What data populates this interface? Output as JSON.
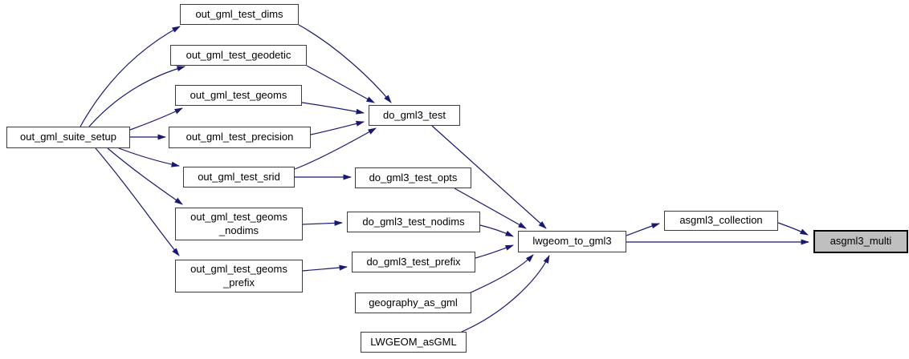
{
  "graph": {
    "type": "call-graph",
    "direction": "left-to-right",
    "colors": {
      "edge": "#191970",
      "node_fill": "#ffffff",
      "node_border": "#3c3c3c",
      "highlight_fill": "#bfbfbf",
      "highlight_border": "#000000",
      "text": "#000000",
      "background": "#ffffff"
    },
    "highlighted_node": "asgml3_multi",
    "nodes": {
      "out_gml_suite_setup": {
        "label": "out_gml_suite_setup"
      },
      "out_gml_test_dims": {
        "label": "out_gml_test_dims"
      },
      "out_gml_test_geodetic": {
        "label": "out_gml_test_geodetic"
      },
      "out_gml_test_geoms": {
        "label": "out_gml_test_geoms"
      },
      "out_gml_test_precision": {
        "label": "out_gml_test_precision"
      },
      "out_gml_test_srid": {
        "label": "out_gml_test_srid"
      },
      "out_gml_test_geoms_nodims": {
        "lines": [
          "out_gml_test_geoms",
          "_nodims"
        ]
      },
      "out_gml_test_geoms_prefix": {
        "lines": [
          "out_gml_test_geoms",
          "_prefix"
        ]
      },
      "do_gml3_test": {
        "label": "do_gml3_test"
      },
      "do_gml3_test_opts": {
        "label": "do_gml3_test_opts"
      },
      "do_gml3_test_nodims": {
        "label": "do_gml3_test_nodims"
      },
      "do_gml3_test_prefix": {
        "label": "do_gml3_test_prefix"
      },
      "geography_as_gml": {
        "label": "geography_as_gml"
      },
      "LWGEOM_asGML": {
        "label": "LWGEOM_asGML"
      },
      "lwgeom_to_gml3": {
        "label": "lwgeom_to_gml3"
      },
      "asgml3_collection": {
        "label": "asgml3_collection"
      },
      "asgml3_multi": {
        "label": "asgml3_multi"
      }
    },
    "edges": [
      {
        "from": "out_gml_suite_setup",
        "to": "out_gml_test_dims"
      },
      {
        "from": "out_gml_suite_setup",
        "to": "out_gml_test_geodetic"
      },
      {
        "from": "out_gml_suite_setup",
        "to": "out_gml_test_geoms"
      },
      {
        "from": "out_gml_suite_setup",
        "to": "out_gml_test_precision"
      },
      {
        "from": "out_gml_suite_setup",
        "to": "out_gml_test_srid"
      },
      {
        "from": "out_gml_suite_setup",
        "to": "out_gml_test_geoms_nodims"
      },
      {
        "from": "out_gml_suite_setup",
        "to": "out_gml_test_geoms_prefix"
      },
      {
        "from": "out_gml_test_dims",
        "to": "do_gml3_test"
      },
      {
        "from": "out_gml_test_geodetic",
        "to": "do_gml3_test"
      },
      {
        "from": "out_gml_test_geoms",
        "to": "do_gml3_test"
      },
      {
        "from": "out_gml_test_precision",
        "to": "do_gml3_test"
      },
      {
        "from": "out_gml_test_srid",
        "to": "do_gml3_test"
      },
      {
        "from": "out_gml_test_srid",
        "to": "do_gml3_test_opts"
      },
      {
        "from": "out_gml_test_geoms_nodims",
        "to": "do_gml3_test_nodims"
      },
      {
        "from": "out_gml_test_geoms_prefix",
        "to": "do_gml3_test_prefix"
      },
      {
        "from": "do_gml3_test",
        "to": "lwgeom_to_gml3"
      },
      {
        "from": "do_gml3_test_opts",
        "to": "lwgeom_to_gml3"
      },
      {
        "from": "do_gml3_test_nodims",
        "to": "lwgeom_to_gml3"
      },
      {
        "from": "do_gml3_test_prefix",
        "to": "lwgeom_to_gml3"
      },
      {
        "from": "geography_as_gml",
        "to": "lwgeom_to_gml3"
      },
      {
        "from": "LWGEOM_asGML",
        "to": "lwgeom_to_gml3"
      },
      {
        "from": "lwgeom_to_gml3",
        "to": "asgml3_collection"
      },
      {
        "from": "lwgeom_to_gml3",
        "to": "asgml3_multi"
      },
      {
        "from": "asgml3_collection",
        "to": "asgml3_multi"
      }
    ]
  }
}
